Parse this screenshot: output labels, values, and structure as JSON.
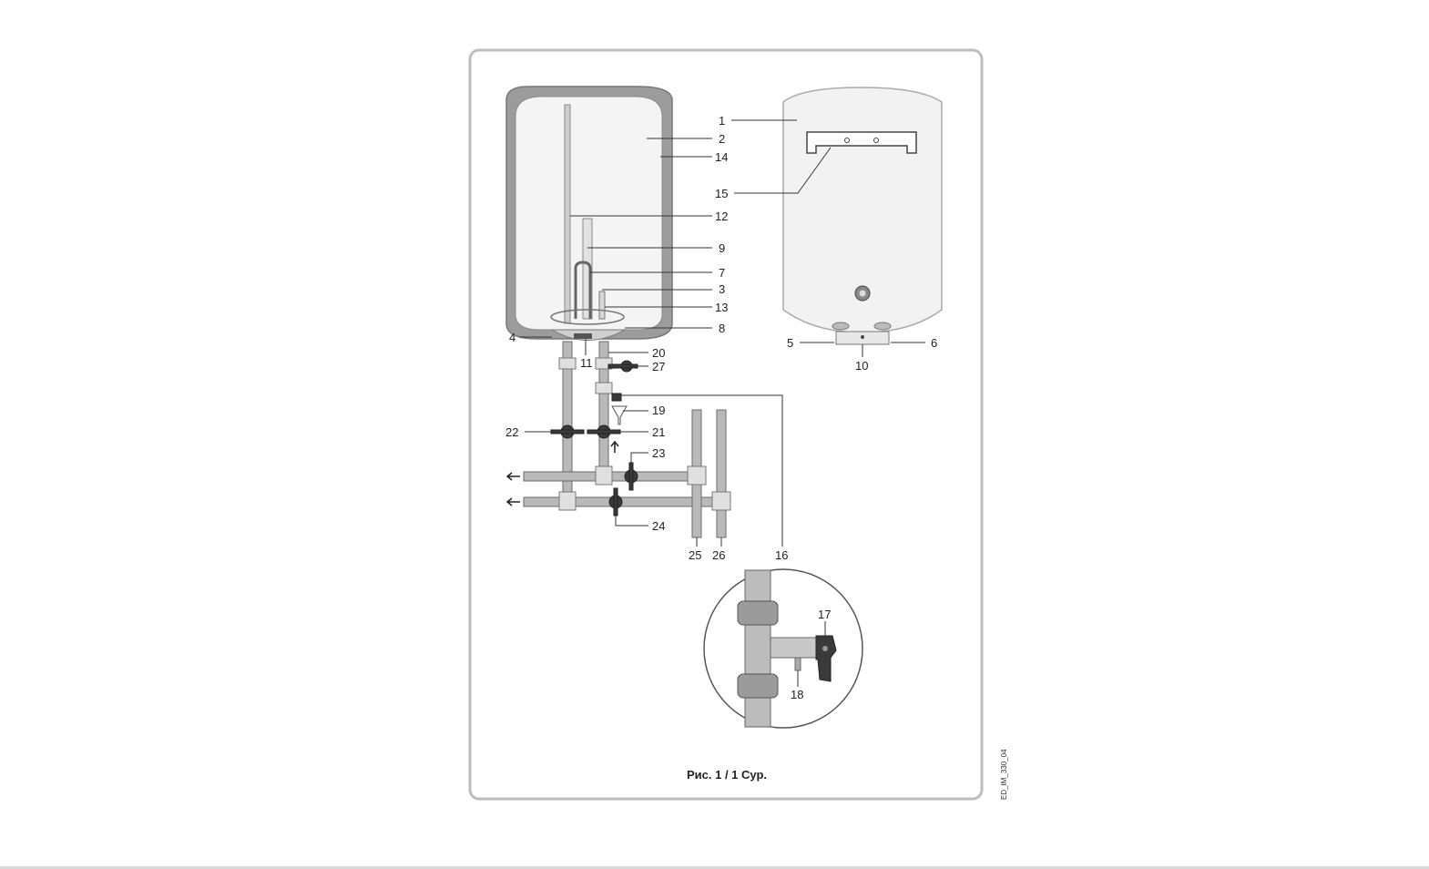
{
  "caption": "Рис. 1 / 1 Сур.",
  "document_code": "ED_IM_330_04",
  "callouts": [
    "1",
    "2",
    "3",
    "4",
    "5",
    "6",
    "7",
    "8",
    "9",
    "10",
    "11",
    "12",
    "13",
    "14",
    "15",
    "16",
    "17",
    "18",
    "19",
    "20",
    "21",
    "22",
    "23",
    "24",
    "25",
    "26",
    "27"
  ],
  "colors": {
    "frame": "#bdbdbd",
    "tank_shell": "#9c9c9c",
    "tank_inner": "#f4f4f4",
    "pipe": "#b9b9b9",
    "valve": "#3a3a3a"
  }
}
